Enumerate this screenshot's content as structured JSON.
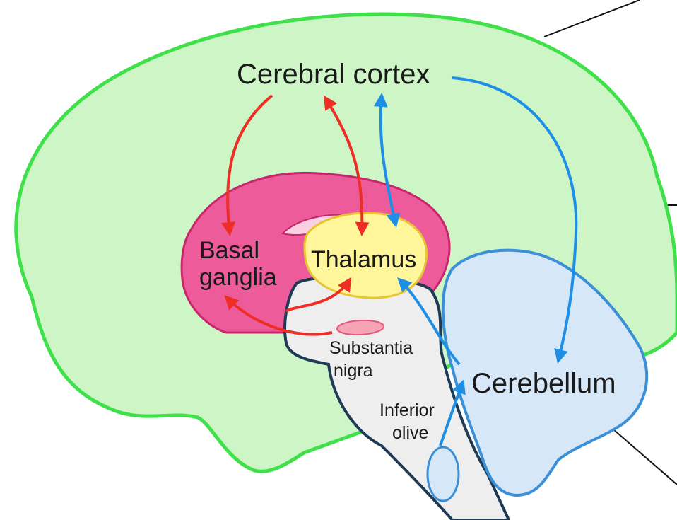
{
  "diagram": {
    "labels": {
      "cerebral_cortex": "Cerebral cortex",
      "basal_ganglia_line1": "Basal",
      "basal_ganglia_line2": "ganglia",
      "thalamus": "Thalamus",
      "substantia_nigra_line1": "Substantia",
      "substantia_nigra_line2": "nigra",
      "cerebellum": "Cerebellum",
      "inferior_olive_line1": "Inferior",
      "inferior_olive_line2": "olive"
    },
    "colors": {
      "cortex_fill": "#cdf5c6",
      "cortex_outline": "#3fe04a",
      "basal_ganglia_fill": "#ee5b9a",
      "basal_ganglia_inner": "#fbd0e2",
      "thalamus_fill": "#fff59a",
      "thalamus_outline": "#e6c530",
      "brainstem_fill": "#eeeeee",
      "brainstem_outline": "#1f3a55",
      "cerebellum_fill": "#d6e7f8",
      "cerebellum_outline": "#3a8fd6",
      "red_pathway": "#ee2d24",
      "blue_pathway": "#1e8fe6",
      "leader_line": "#111111"
    }
  }
}
